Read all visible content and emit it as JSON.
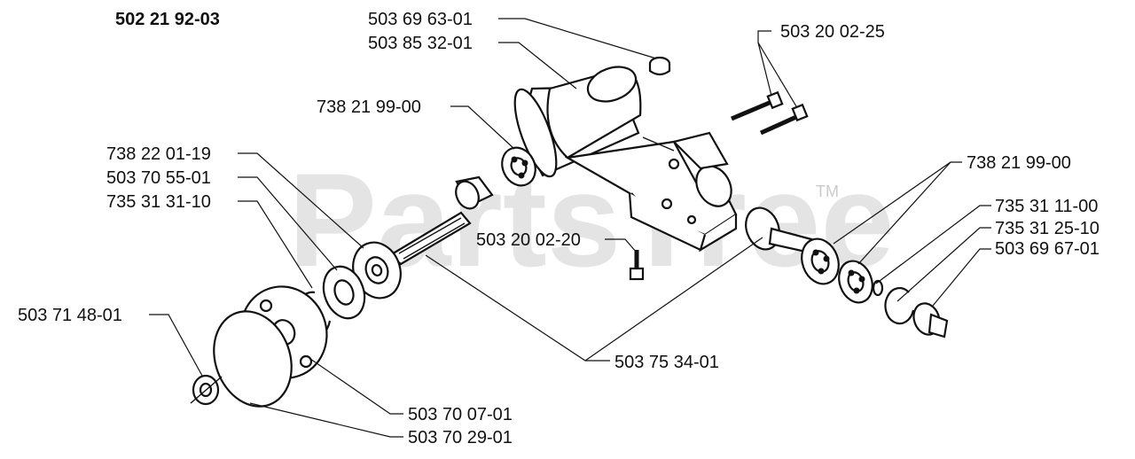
{
  "assembly_number": "502 21 92-03",
  "watermark": {
    "text": "PartsTree",
    "mark": "TM"
  },
  "labels": {
    "p503_69_63_01": "503 69 63-01",
    "p503_85_32_01": "503 85 32-01",
    "p503_20_02_25": "503 20 02-25",
    "p738_21_99_00_a": "738 21 99-00",
    "p738_22_01_19": "738 22 01-19",
    "p503_70_55_01": "503 70 55-01",
    "p735_31_31_10": "735 31 31-10",
    "p738_21_99_00_b": "738 21 99-00",
    "p735_31_11_00": "735 31 11-00",
    "p735_31_25_10": "735 31 25-10",
    "p503_69_67_01": "503 69 67-01",
    "p503_20_02_20": "503 20 02-20",
    "p503_71_48_01": "503 71 48-01",
    "p503_75_34_01": "503 75 34-01",
    "p503_70_07_01": "503 70 07-01",
    "p503_70_29_01": "503 70 29-01"
  }
}
